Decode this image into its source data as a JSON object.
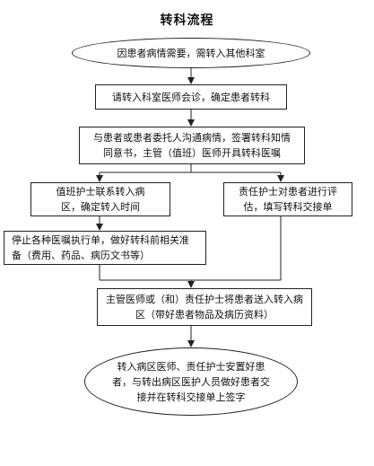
{
  "title": "转科流程",
  "nodes": {
    "start": "因患者病情需要，需转入其他科室",
    "consult": "请转入科室医师会诊，确定患者转科",
    "communicate": "与患者或患者委托人沟通病情，签署转科知情同意书，主管（值班）医师开具转科医嘱",
    "nurse_contact": "值班护士联系转入病区，确定转入时间",
    "nurse_assess": "责任护士对患者进行评估，填写转科交接单",
    "stop_orders": "停止各种医嘱执行单，做好转科前相关准备（费用、药品、病历文书等）",
    "transfer": "主管医师或（和）责任护士将患者送入转入病区（带好患者物品及病历资料）",
    "end": "转入病区医师、责任护士安置好患者，与转出病区医护人员做好患者交接并在转科交接单上签字"
  }
}
